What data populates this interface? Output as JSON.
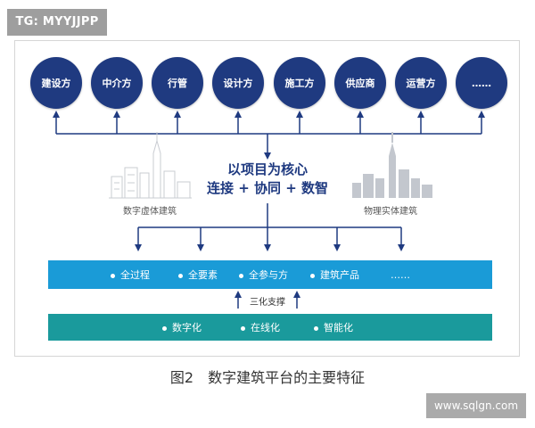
{
  "badge": "TG: MYYJJPP",
  "participants": [
    "建设方",
    "中介方",
    "行管",
    "设计方",
    "施工方",
    "供应商",
    "运营方",
    "……"
  ],
  "core": {
    "line1": "以项目为核心",
    "line2": "连接 + 协同 + 数智"
  },
  "left_label": "数字虚体建筑",
  "right_label": "物理实体建筑",
  "upper_bar": [
    "全过程",
    "全要素",
    "全参与方",
    "建筑产品",
    "……"
  ],
  "support_label": "三化支撑",
  "lower_bar": [
    "数字化",
    "在线化",
    "智能化"
  ],
  "caption": "图2　数字建筑平台的主要特征",
  "watermark": "www.sqlgn.com",
  "colors": {
    "navy": "#1f3a80",
    "blue_bar": "#1a9bd7",
    "teal_bar": "#1a9a9c"
  }
}
